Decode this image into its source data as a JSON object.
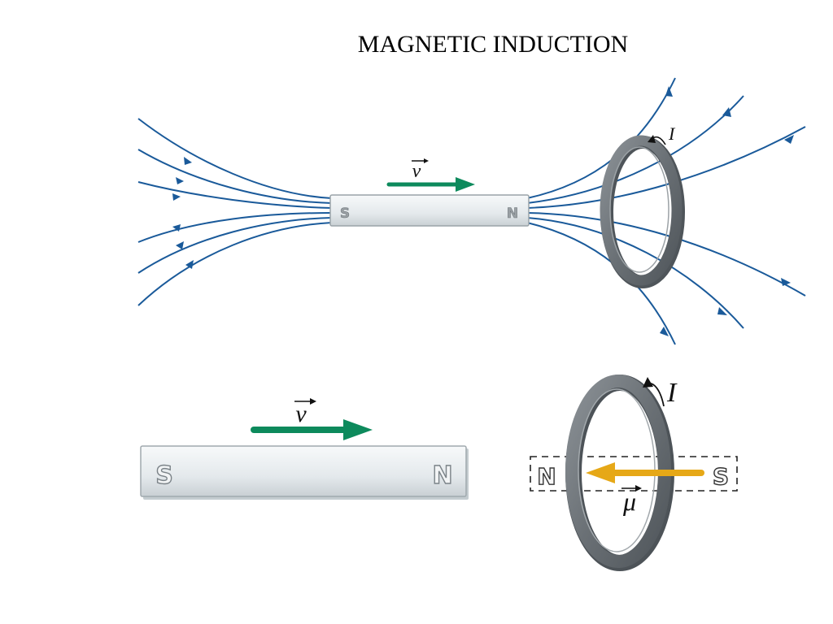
{
  "slide": {
    "title": "MAGNETIC INDUCTION"
  },
  "top_figure": {
    "magnet": {
      "south_label": "S",
      "north_label": "N"
    },
    "velocity_label": "v",
    "current_label": "I"
  },
  "bottom_left_figure": {
    "magnet": {
      "south_label": "S",
      "north_label": "N"
    },
    "velocity_label": "v"
  },
  "bottom_right_figure": {
    "current_label": "I",
    "moment_label": "μ",
    "equivalent_magnet": {
      "north_label": "N",
      "south_label": "S"
    }
  },
  "colors": {
    "field_line": "#1a5a9a",
    "velocity_arrow": "#0d8a5c",
    "moment_arrow": "#e6a817",
    "ring": "#6d7378",
    "magnet_body": "#e9edf0"
  }
}
